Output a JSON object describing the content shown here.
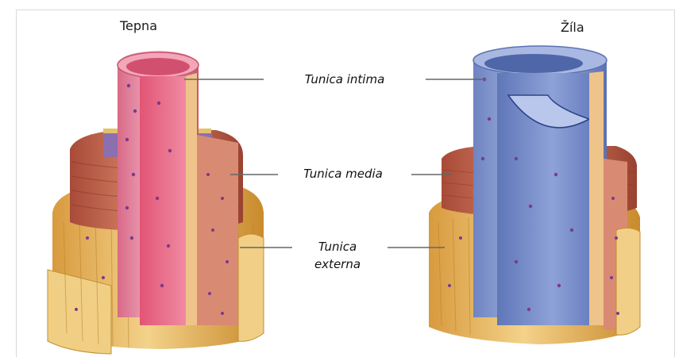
{
  "titles": {
    "artery": "Tepna",
    "vein": "Žíla"
  },
  "labels": {
    "intima": "Tunica intima",
    "media": "Tunica media",
    "externa_line1": "Tunica",
    "externa_line2": "externa"
  },
  "colors": {
    "externa": "#e8b95c",
    "externa_dark": "#c98f2e",
    "media": "#c96a55",
    "media_dark": "#9e4535",
    "artery_intima": "#e88ea6",
    "artery_intima_dark": "#c9566f",
    "vein_intima": "#8fa3d6",
    "vein_intima_dark": "#5c72b0",
    "elastic_band": "#8c6fb0",
    "nucleus": "#7a3b8a"
  }
}
